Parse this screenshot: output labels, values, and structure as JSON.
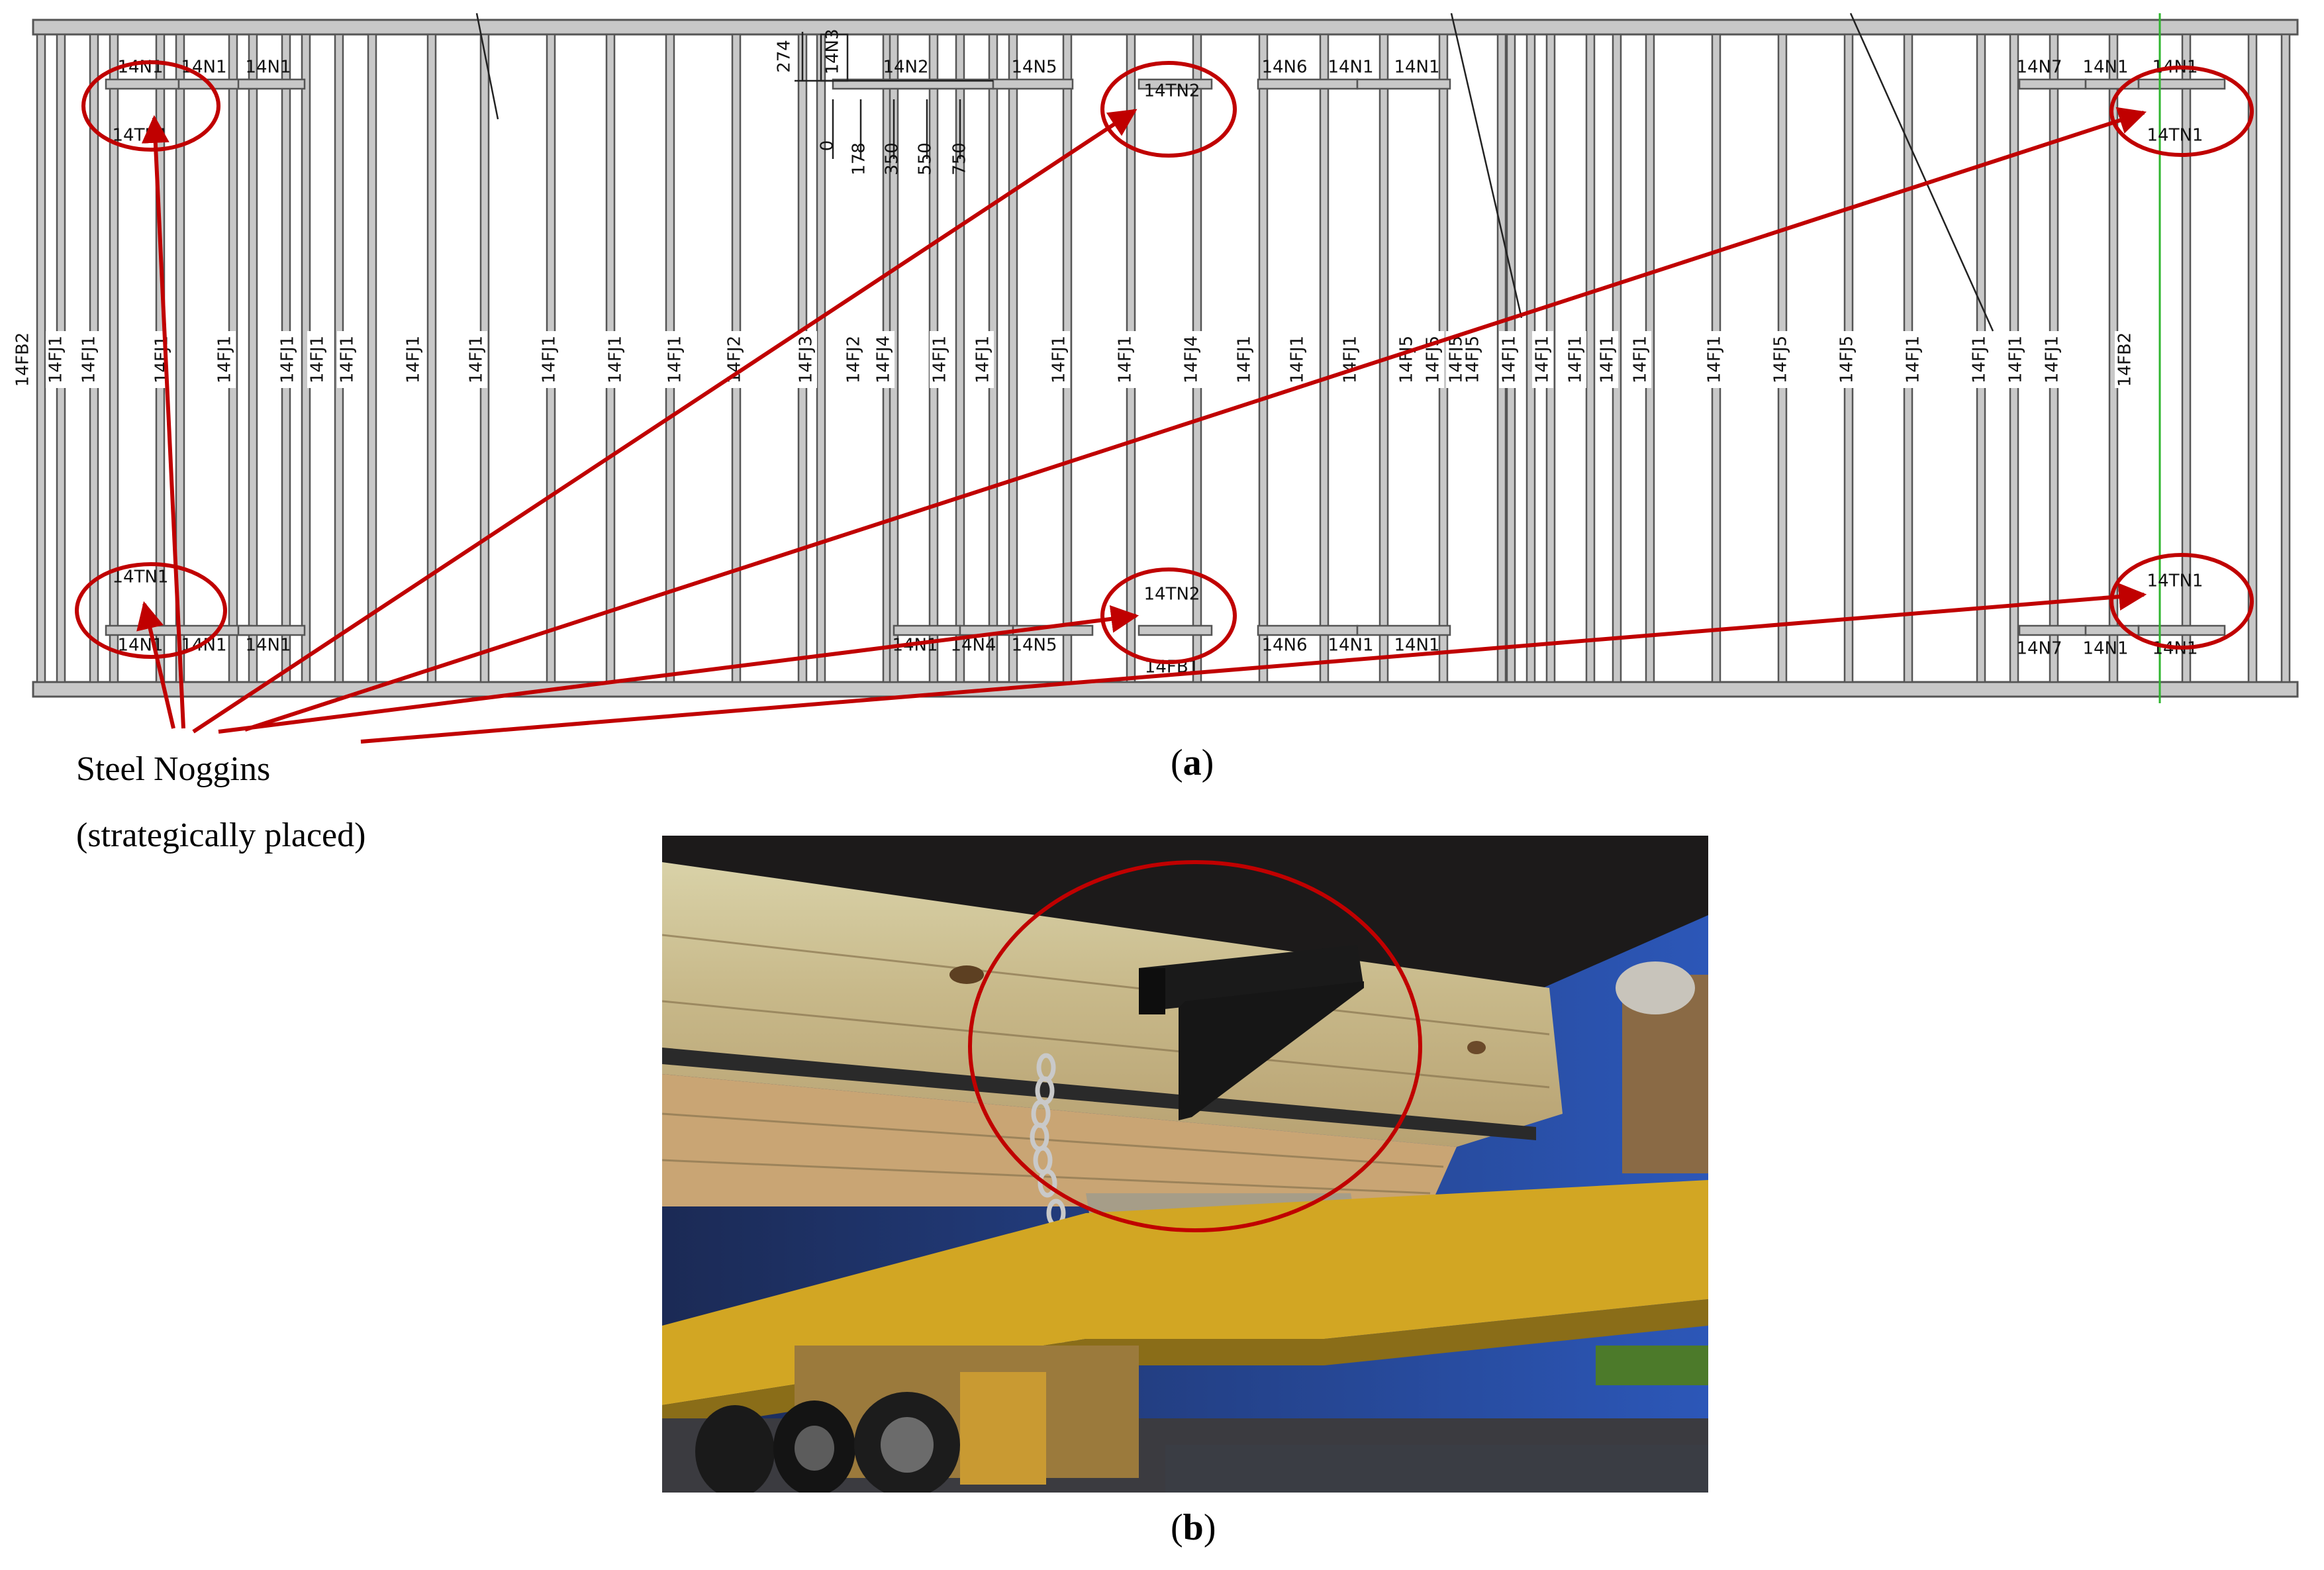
{
  "panel_a": {
    "caption_letter": "a",
    "dimension_labels": [
      "274",
      "0",
      "178",
      "350",
      "550",
      "750"
    ],
    "top_labels": [
      {
        "t": "14N1"
      },
      {
        "t": "14N1"
      },
      {
        "t": "14N1"
      },
      {
        "t": "14TN1"
      },
      {
        "t": "14N3"
      },
      {
        "t": "14N2"
      },
      {
        "t": "14N5"
      },
      {
        "t": "14TN2"
      },
      {
        "t": "14N6"
      },
      {
        "t": "14N1"
      },
      {
        "t": "14N1"
      },
      {
        "t": "14N7"
      },
      {
        "t": "14N1"
      },
      {
        "t": "14N1"
      },
      {
        "t": "14TN1"
      }
    ],
    "bottom_labels": [
      {
        "t": "14TN1"
      },
      {
        "t": "14N1"
      },
      {
        "t": "14N1"
      },
      {
        "t": "14N1"
      },
      {
        "t": "14N1"
      },
      {
        "t": "14N4"
      },
      {
        "t": "14N5"
      },
      {
        "t": "14TN2"
      },
      {
        "t": "14FB1"
      },
      {
        "t": "14N6"
      },
      {
        "t": "14N1"
      },
      {
        "t": "14N1"
      },
      {
        "t": "14N7"
      },
      {
        "t": "14N1"
      },
      {
        "t": "14N1"
      },
      {
        "t": "14TN1"
      }
    ],
    "joist_labels": [
      "14FB2",
      "14FJ1",
      "14FJ1",
      "14FJ1",
      "14FJ1",
      "14FJ1",
      "14FJ1",
      "14FJ1",
      "14FJ1",
      "14FJ1",
      "14FJ1",
      "14FJ1",
      "14FJ1",
      "14FJ2",
      "14FJ3",
      "14FJ2",
      "14FJ4",
      "14FJ1",
      "14FJ1",
      "14FJ1",
      "14FJ1",
      "14FJ4",
      "14FJ1",
      "14FJ1",
      "14FJ1",
      "14FJ5",
      "14FJ5",
      "14FJ5",
      "14FJ5",
      "14FJ1",
      "14FJ1",
      "14FJ1",
      "14FJ1",
      "14FJ1",
      "14FJ1",
      "14FJ5",
      "14FJ5",
      "14FJ1",
      "14FJ1",
      "14FJ1",
      "14FJ1",
      "14FB2"
    ]
  },
  "callout": {
    "line1": "Steel Noggins",
    "line2": "(strategically placed)"
  },
  "panel_b": {
    "caption_letter": "b"
  },
  "colors": {
    "annotation_red": "#c00000",
    "frame_grey": "#c8c8c8",
    "frame_outline": "#555555",
    "guide_green": "#2fb52f"
  }
}
